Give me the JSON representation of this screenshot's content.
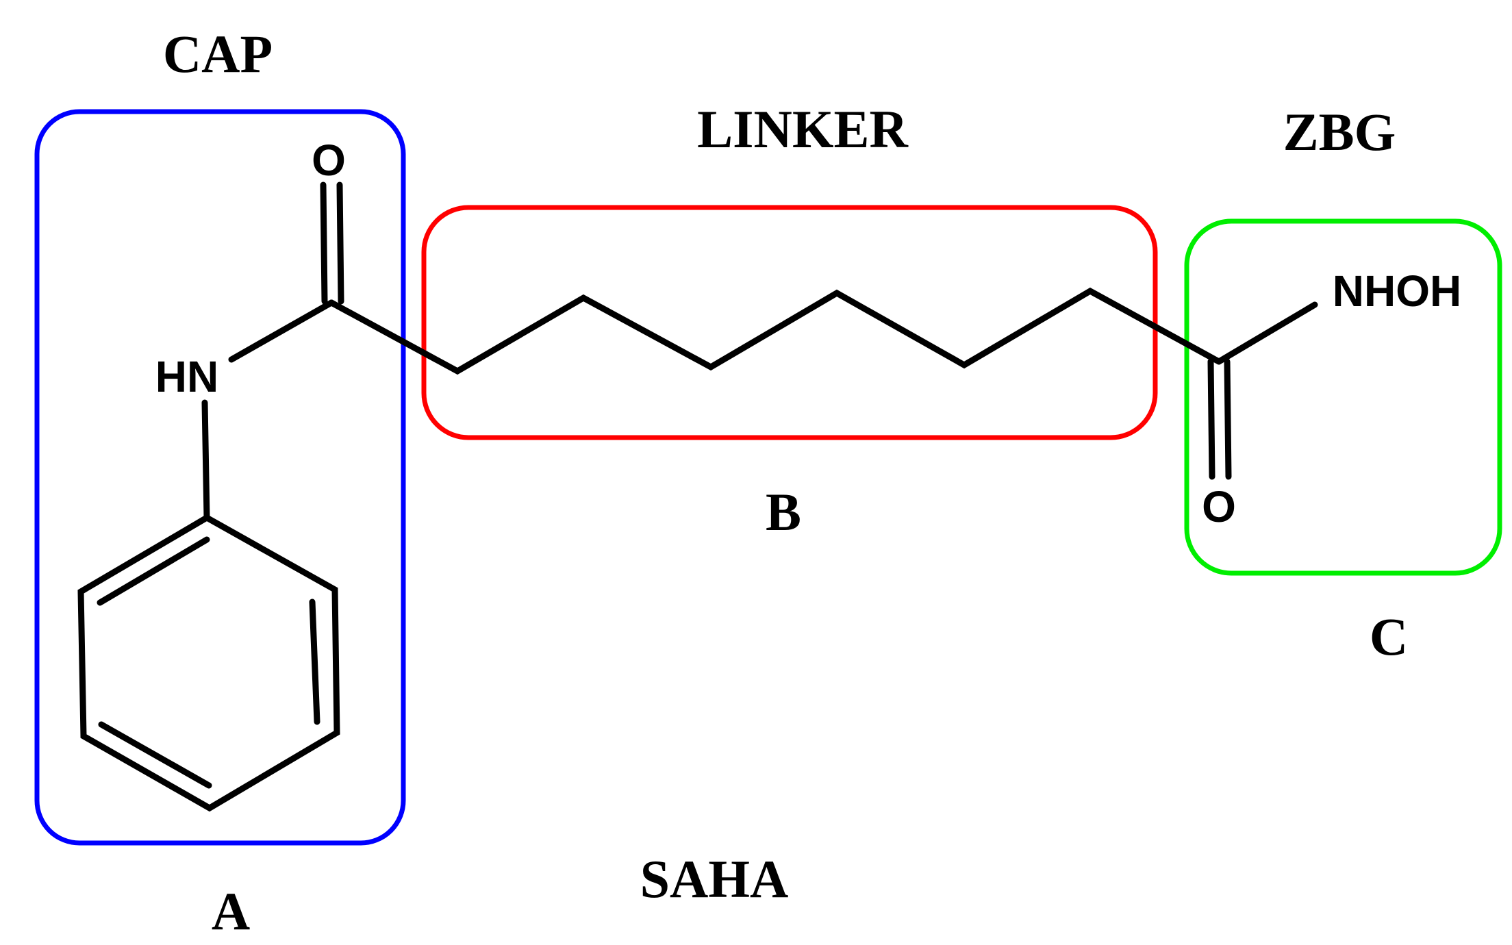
{
  "regions": {
    "cap": {
      "title": "CAP",
      "letter": "A",
      "color": "#0000ff"
    },
    "linker": {
      "title": "LINKER",
      "letter": "B",
      "color": "#ff0000"
    },
    "zbg": {
      "title": "ZBG",
      "letter": "C",
      "color": "#00ee00"
    }
  },
  "molecule": {
    "name": "SAHA",
    "atoms": {
      "cap_carbonyl_oxygen": "O",
      "amide_nitrogen": "HN",
      "hydroxamic_group": "NHOH",
      "zbg_carbonyl_oxygen": "O"
    }
  }
}
